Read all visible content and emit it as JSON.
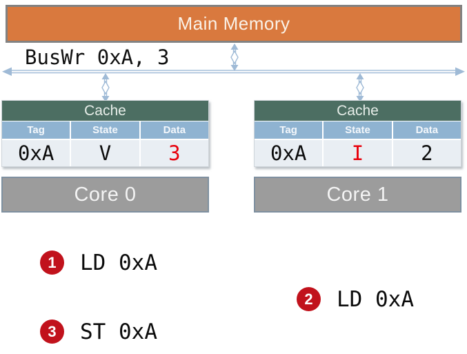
{
  "memory": {
    "label": "Main Memory"
  },
  "bus": {
    "label": "BusWr 0xA, 3"
  },
  "caches": [
    {
      "title": "Cache",
      "columns": [
        "Tag",
        "State",
        "Data"
      ],
      "row": {
        "tag": "0xA",
        "state": "V",
        "data": "3"
      },
      "highlighted_cell": "data",
      "core_label": "Core 0"
    },
    {
      "title": "Cache",
      "columns": [
        "Tag",
        "State",
        "Data"
      ],
      "row": {
        "tag": "0xA",
        "state": "I",
        "data": "2"
      },
      "highlighted_cell": "state",
      "core_label": "Core 1"
    }
  ],
  "steps": [
    {
      "num": "1",
      "label": "LD 0xA"
    },
    {
      "num": "2",
      "label": "LD 0xA"
    },
    {
      "num": "3",
      "label": "ST 0xA"
    }
  ],
  "colors": {
    "memory_fill": "#D9793E",
    "memory_border": "#828282",
    "bus_arrow": "#A3BDD8",
    "cache_header_bg": "#4C6E62",
    "column_header_bg": "#8FB3D1",
    "row_bg": "#E9EEF3",
    "highlight_red": "#E8000B",
    "badge_red": "#C1121C",
    "core_fill": "#9C9C9C",
    "core_border": "#7E90A0"
  }
}
